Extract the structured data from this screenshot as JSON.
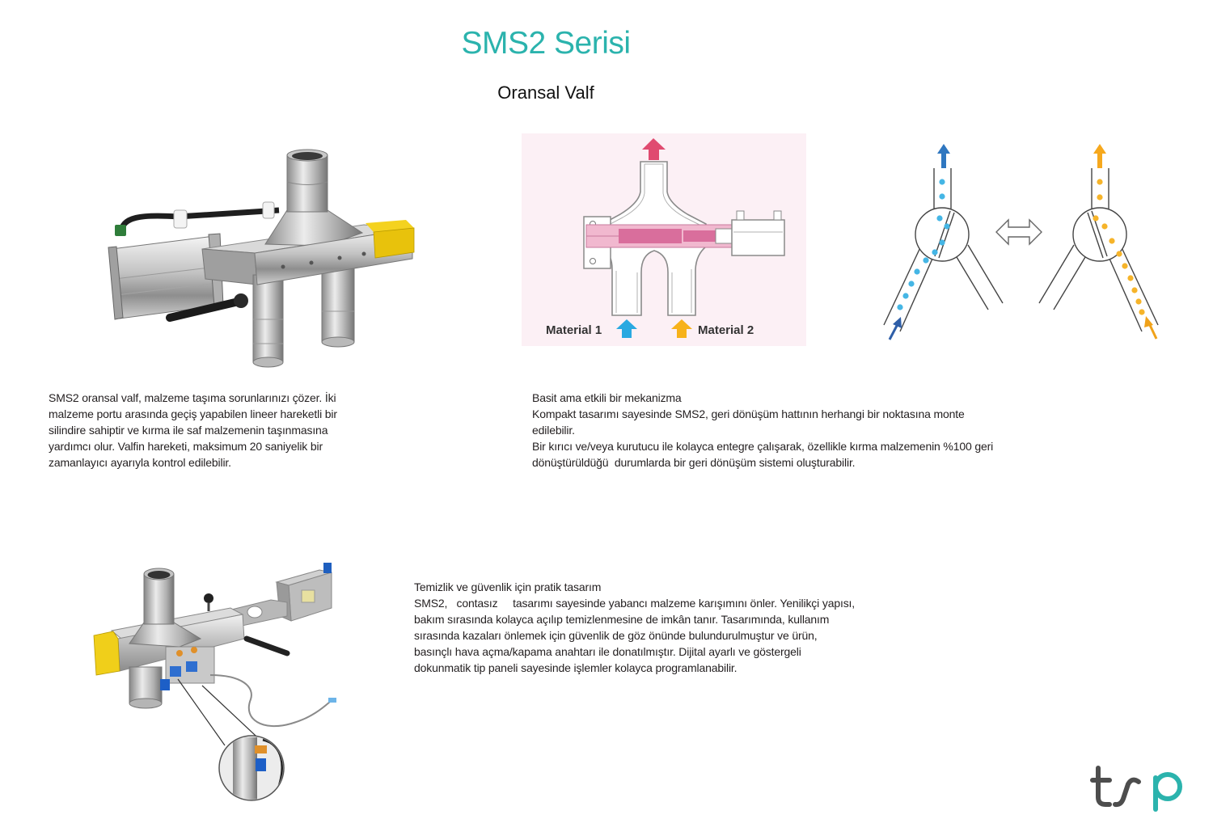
{
  "page": {
    "title": "SMS2 Serisi",
    "subtitle": "Oransal Valf"
  },
  "colors": {
    "accent": "#2bb3ad",
    "text": "#231f20",
    "output_arrow": "#e04b70",
    "material_1": "#29a9e1",
    "material_2": "#f7b21a",
    "logo_gray": "#4d4d4d"
  },
  "intro": {
    "lines": [
      "SMS2 oransal valf, malzeme taşıma sorunlarınızı çözer. İki",
      "malzeme portu arasında geçiş yapabilen lineer hareketli bir",
      "silindire sahiptir ve kırma ile saf malzemenin taşınmasına",
      "yardımcı olur. Valfin hareketi, maksimum 20 saniyelik bir",
      "zamanlayıcı ayarıyla kontrol edilebilir."
    ]
  },
  "mechanism": {
    "heading": "Basit ama etkili bir mekanizma",
    "lines": [
      "Kompakt tasarımı sayesinde SMS2, geri dönüşüm hattının herhangi bir noktasına monte",
      "edilebilir.",
      "Bir kırıcı ve/veya kurutucu ile kolayca entegre çalışarak, özellikle kırma malzemenin %100 geri",
      "dönüştürüldüğü  durumlarda bir geri dönüşüm sistemi oluşturabilir."
    ]
  },
  "hygiene_safety": {
    "heading": "Temizlik ve güvenlik için pratik tasarım",
    "lines": [
      "SMS2,   contasız     tasarımı sayesinde yabancı malzeme karışımını önler. Yenilikçi yapısı,",
      "bakım sırasında kolayca açılıp temizlenmesine de imkân tanır. Tasarımında, kullanım",
      "sırasında kazaları önlemek için güvenlik de göz önünde bulundurulmuştur ve ürün,",
      "basınçlı hava açma/kapama anahtarı ile donatılmıştır. Dijital ayarlı ve göstergeli",
      "dokunmatik tip paneli sayesinde işlemler kolayca programlanabilir."
    ]
  },
  "diagram": {
    "material_1_label": "Material 1",
    "material_2_label": "Material 2"
  },
  "logo": {
    "text": "tsp"
  }
}
